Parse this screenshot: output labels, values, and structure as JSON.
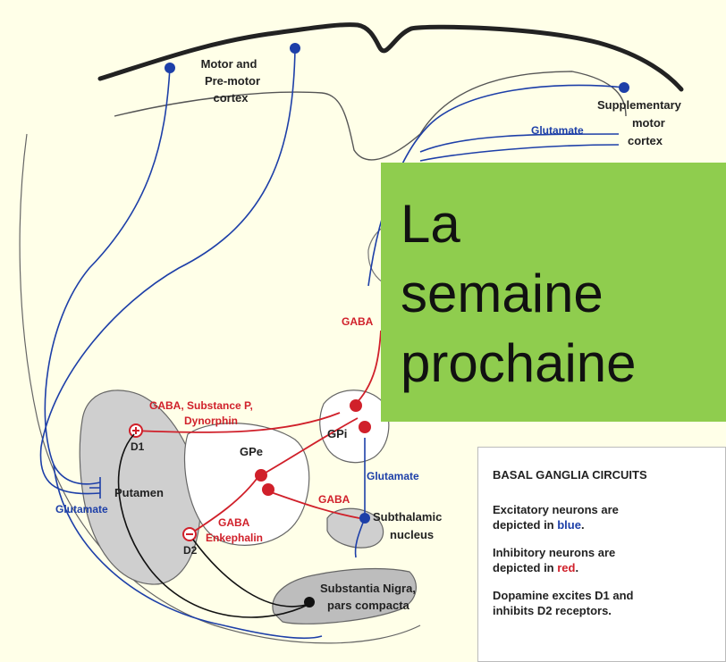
{
  "labels": {
    "motor_cortex": [
      "Motor and",
      "Pre-motor",
      "cortex"
    ],
    "supplementary": [
      "Supplementary",
      "motor",
      "cortex"
    ],
    "glutamate_top": "Glutamate",
    "gaba_upper": "GABA",
    "gaba_sp": [
      "GABA, Substance P,",
      "Dynorphin"
    ],
    "d1": "D1",
    "gpe": "GPe",
    "gpi": "GPi",
    "glutamate_right": "Glutamate",
    "putamen": "Putamen",
    "glutamate_left": "Glutamate",
    "gaba_mid": "GABA",
    "subthalamic": [
      "Subthalamic",
      "nucleus"
    ],
    "gaba_enk": [
      "GABA",
      "Enkephalin"
    ],
    "d2": "D2",
    "substantia": [
      "Substantia Nigra,",
      "pars compacta"
    ]
  },
  "legend": {
    "title": "BASAL GANGLIA CIRCUITS",
    "excitatory_prefix": "Excitatory neurons are",
    "excitatory_mid": "depicted in ",
    "excitatory_color_word": "blue",
    "excitatory_end": ".",
    "inhibitory_prefix": "Inhibitory neurons are",
    "inhibitory_mid": "depicted in ",
    "inhibitory_color_word": "red",
    "inhibitory_end": ".",
    "dopamine_line1": "Dopamine excites D1 and",
    "dopamine_line2": "inhibits D2 receptors."
  },
  "overlay": {
    "text": "La\nsemaine\nprochaine",
    "background": "#8fcd4e"
  },
  "colors": {
    "excitatory": "#1d3fa8",
    "inhibitory": "#d0202a",
    "dopamine": "#111111",
    "page_background": "#ffffe8"
  }
}
